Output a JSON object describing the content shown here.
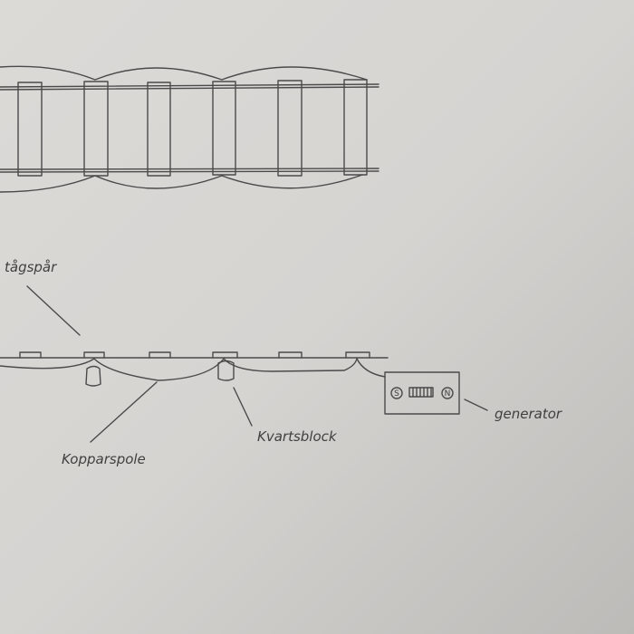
{
  "labels": {
    "track": "tågspår",
    "copper_coil": "Kopparspole",
    "quartz_block": "Kvartsblock",
    "generator": "generator"
  },
  "generator": {
    "south": "S",
    "north": "N"
  }
}
